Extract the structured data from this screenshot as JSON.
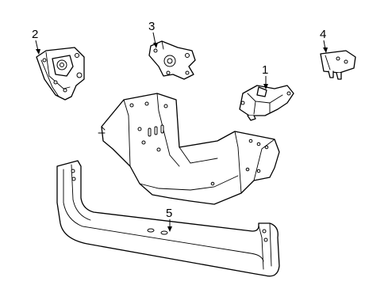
{
  "diagram": {
    "callouts": [
      {
        "id": "1",
        "label": "1"
      },
      {
        "id": "2",
        "label": "2"
      },
      {
        "id": "3",
        "label": "3"
      },
      {
        "id": "4",
        "label": "4"
      },
      {
        "id": "5",
        "label": "5"
      }
    ]
  },
  "colors": {
    "line": "#000000",
    "background": "#ffffff"
  }
}
